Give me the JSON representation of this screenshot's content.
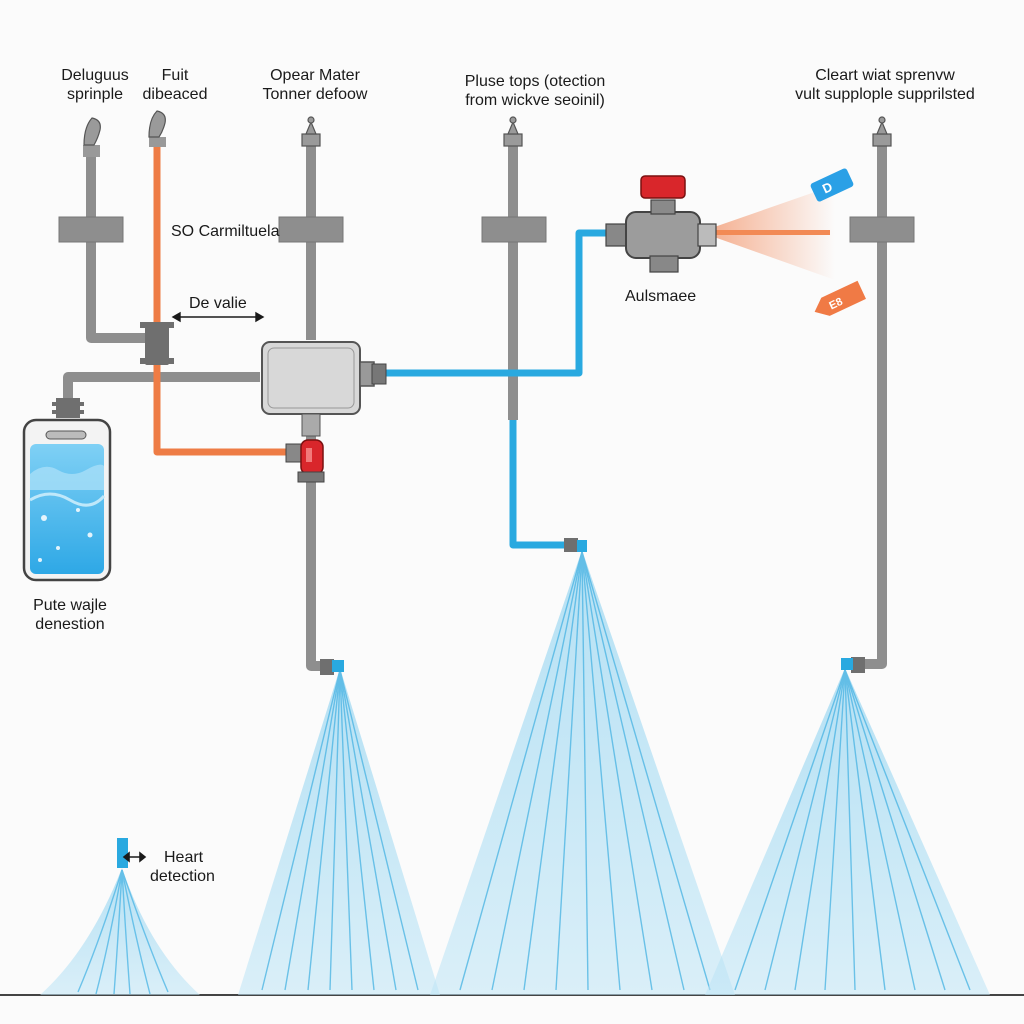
{
  "labels": {
    "deluge_sprinkler": [
      "Deluguus",
      "sprinple"
    ],
    "fuel_detected": [
      "Fuit",
      "dibeaced"
    ],
    "open_water": [
      "Opear Mater",
      "Tonner defoow"
    ],
    "pulse_tops": [
      "Pluse tops (otection",
      "from wickve seoinil)"
    ],
    "clear_water": [
      "Cleart wiat sprenvw",
      "vult supplople supprilsted"
    ],
    "so_camiltuela": "SO Carmiltuela",
    "de_valie": "De valie",
    "aulsmaee": "Aulsmaee",
    "pute_water": [
      "Pute wajle",
      "denestion"
    ],
    "heart_detection": [
      "Heart",
      "detection"
    ]
  },
  "badges": {
    "blue_badge": "D",
    "orange_badge": "E8"
  },
  "colors": {
    "pipe_gray": "#8e8e8e",
    "water_blue": "#29a9e0",
    "hot_orange": "#ee7c45",
    "valve_red": "#d9262b",
    "spray_blue": "#9fd6f0",
    "tank_water": "#3cb3ec"
  }
}
